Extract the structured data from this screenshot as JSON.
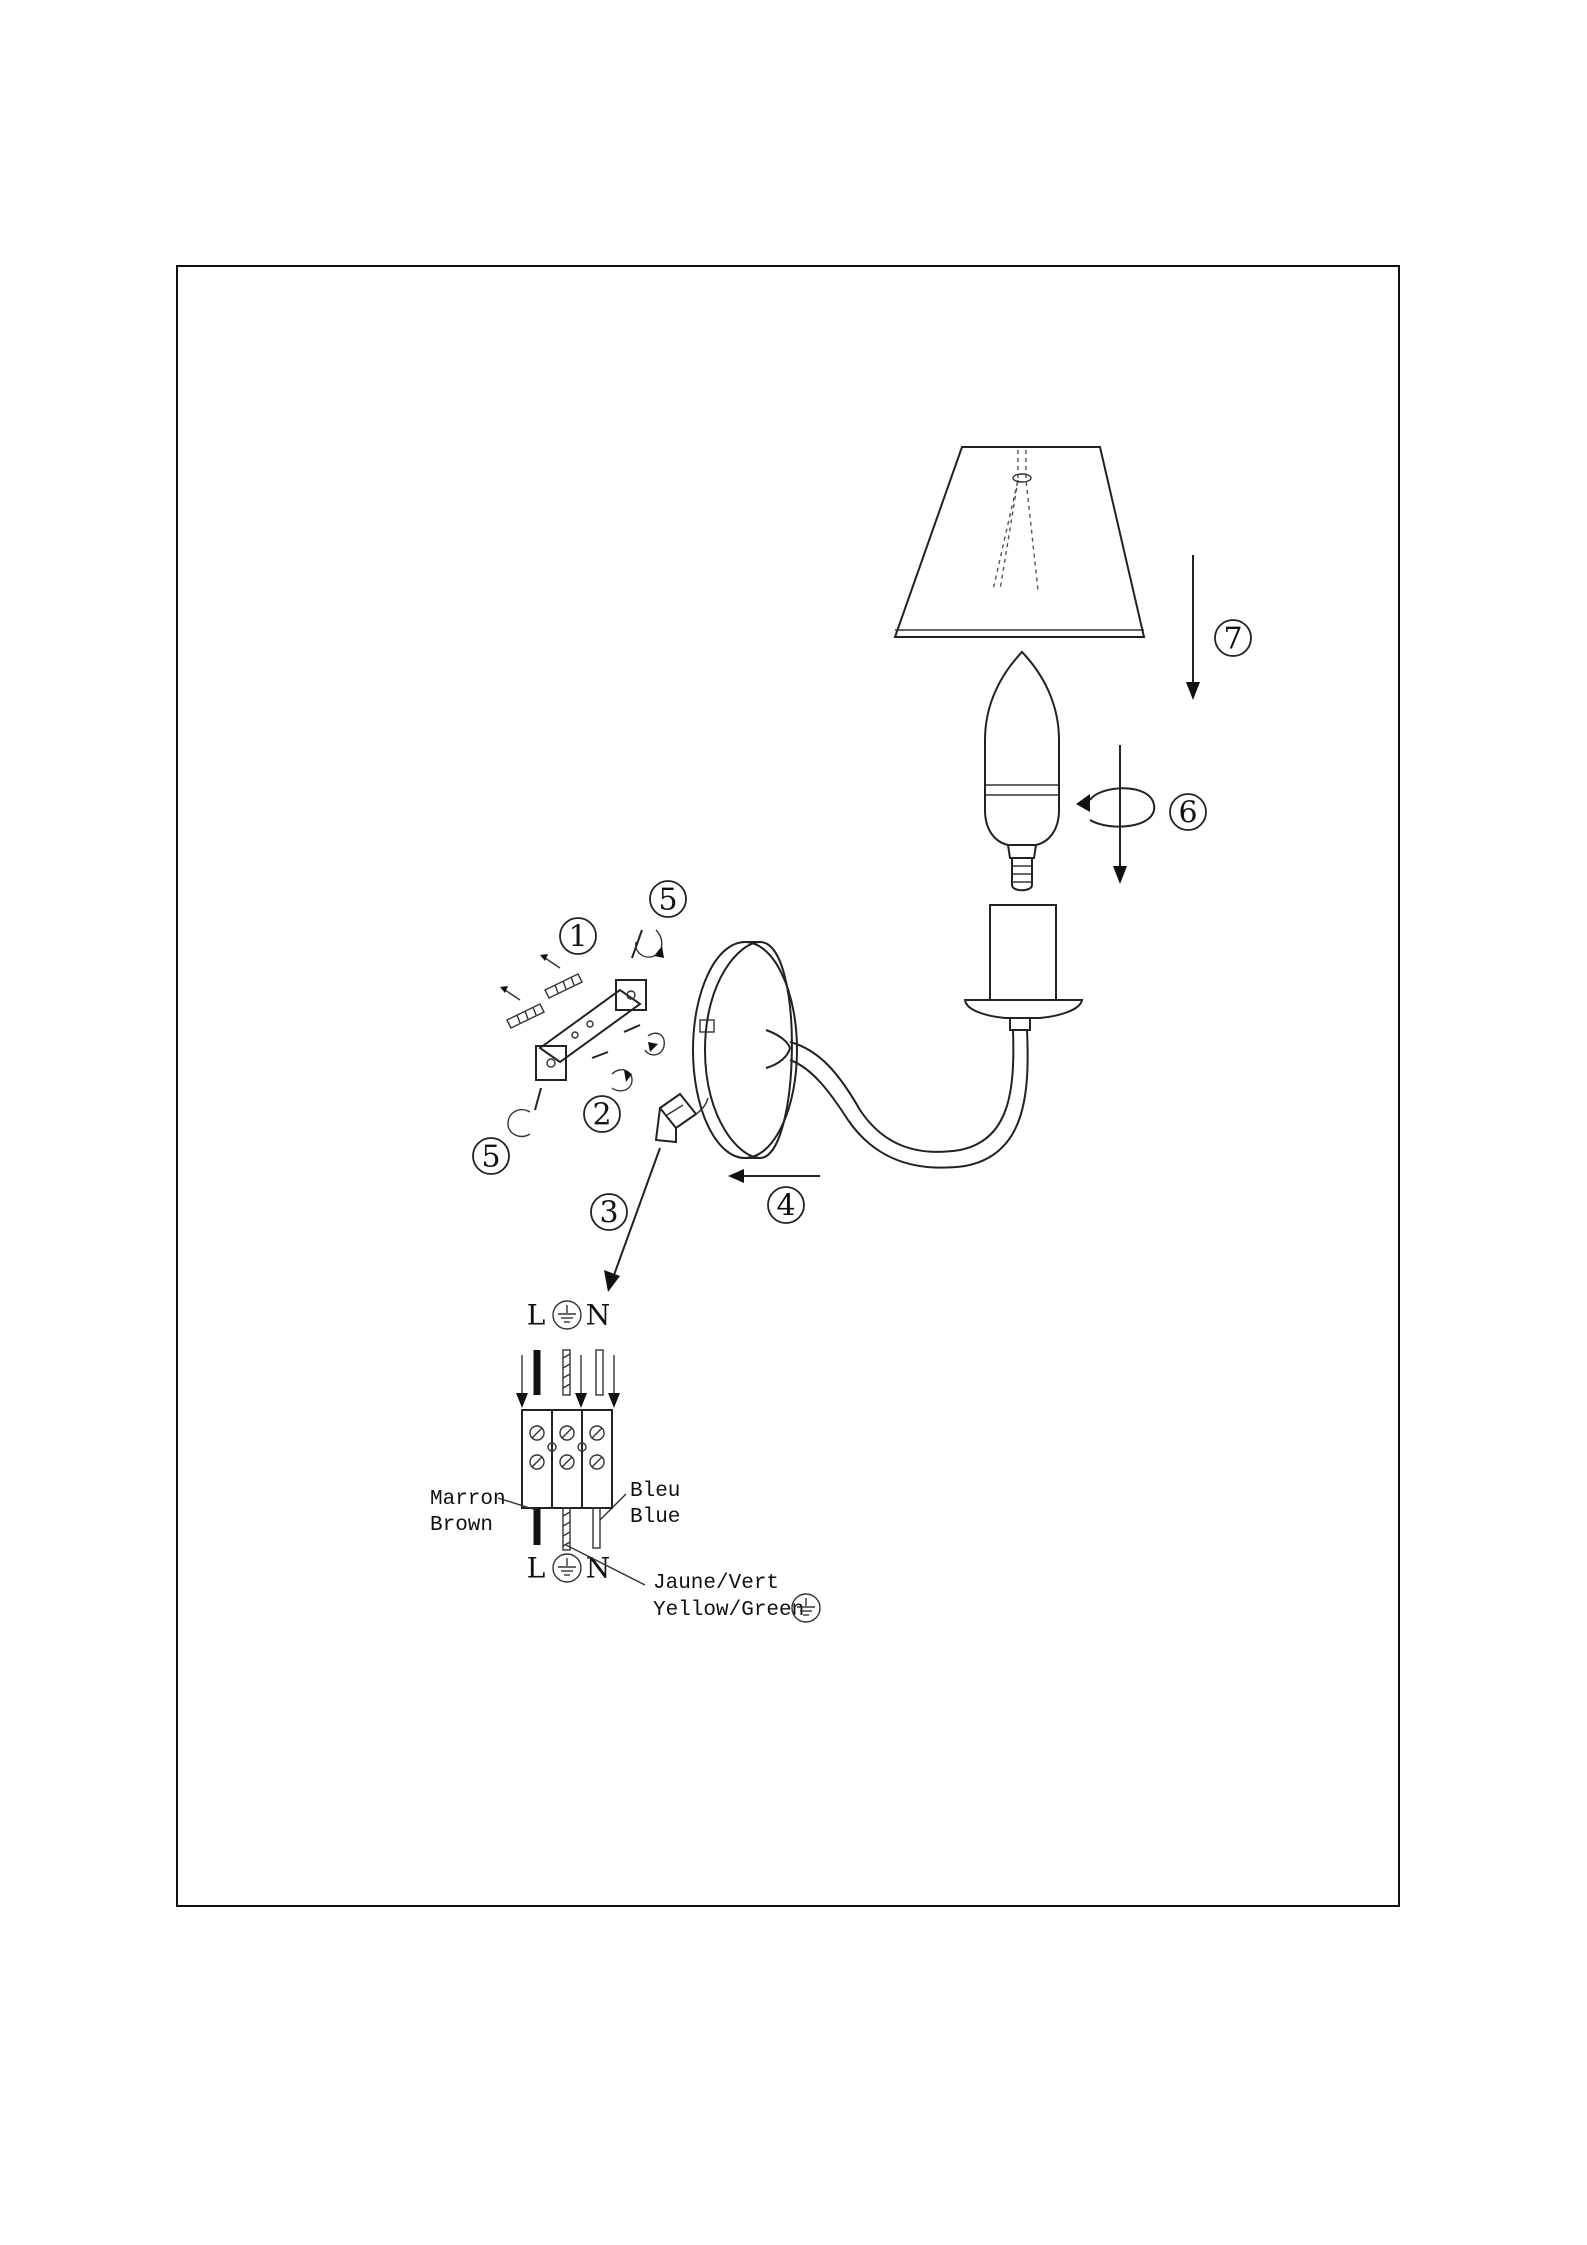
{
  "steps": {
    "s1": "1",
    "s2": "2",
    "s3": "3",
    "s4": "4",
    "s5a": "5",
    "s5b": "5",
    "s6": "6",
    "s7": "7"
  },
  "terminal": {
    "top_left": "L",
    "top_right": "N",
    "bottom_left": "L",
    "bottom_right": "N"
  },
  "wires": {
    "brown_fr": "Marron",
    "brown_en": "Brown",
    "blue_fr": "Bleu",
    "blue_en": "Blue",
    "earth_fr": "Jaune/Vert",
    "earth_en": "Yellow/Green"
  },
  "icons": {
    "earth": "earth-ground-icon"
  }
}
